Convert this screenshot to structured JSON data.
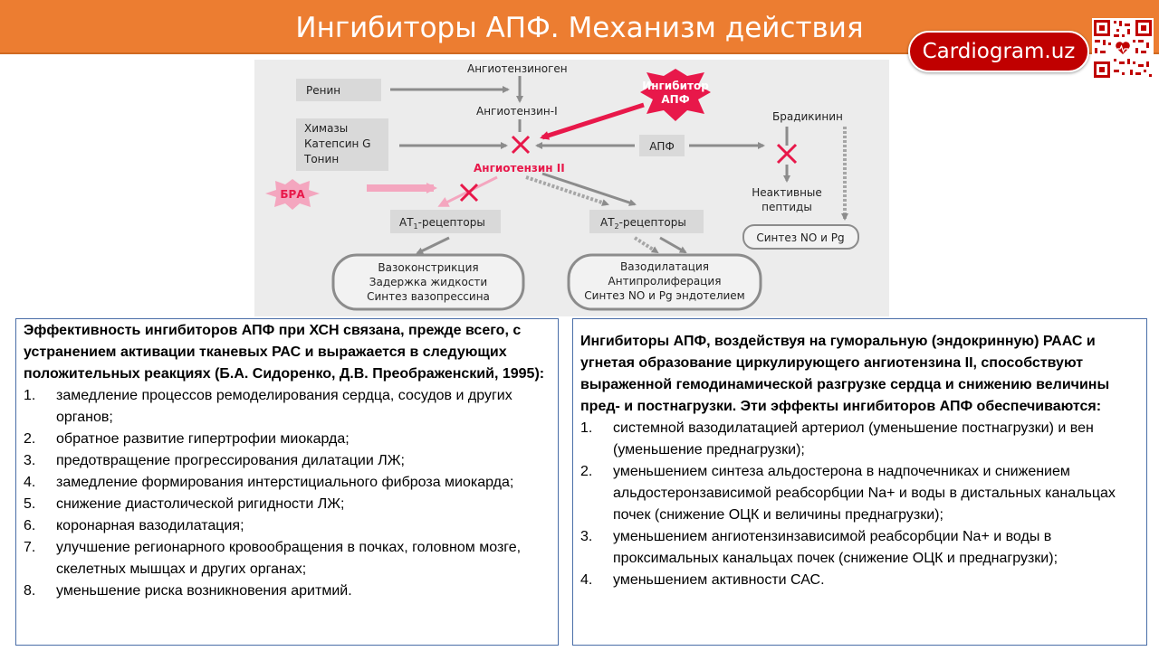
{
  "header": {
    "title": "Ингибиторы АПФ. Механизм действия",
    "brand": "Cardiogram.uz",
    "bar_color": "#ec7d31",
    "brand_color": "#c00000"
  },
  "diagram": {
    "angiotensinogen": "Ангиотензиноген",
    "renin": "Ренин",
    "inhibitor_line1": "Ингибитор",
    "inhibitor_line2": "АПФ",
    "angiotensin1": "Ангиотензин-I",
    "bradykinin": "Брадикинин",
    "chymases_line1": "Химазы",
    "chymases_line2": "Катепсин G",
    "chymases_line3": "Тонин",
    "ace": "АПФ",
    "angiotensin2": "Ангиотензин II",
    "inactive_line1": "Неактивные",
    "inactive_line2": "пептиды",
    "bra": "БРА",
    "at1_prefix": "АТ",
    "at1_sub": "1",
    "at1_suffix": "-рецепторы",
    "at2_prefix": "АТ",
    "at2_sub": "2",
    "at2_suffix": "-рецепторы",
    "no_pg": "Синтез NO и Pg",
    "left_effects": [
      "Вазоконстрикция",
      "Задержка жидкости",
      "Синтез вазопрессина"
    ],
    "right_effects": [
      "Вазодилатация",
      "Антипролиферация",
      "Синтез NO и Pg эндотелием"
    ],
    "accent_color": "#e8184a"
  },
  "left_box": {
    "heading": "Эффективность ингибиторов АПФ при ХСН связана, прежде всего, с устранением активации тканевых РАС и выражается в следующих положительных реакциях (Б.А.  Сидоренко, Д.В. Преображенский, 1995):",
    "items": [
      {
        "num": "1.",
        "text": "замедление процессов ремоделирования сердца, сосудов и других органов;"
      },
      {
        "num": "2.",
        "text": "обратное развитие гипертрофии миокарда;"
      },
      {
        "num": "3.",
        "text": "предотвращение прогрессирования дилатации ЛЖ;"
      },
      {
        "num": "4.",
        "text": "замедление формирования интерстициального фиброза миокарда;"
      },
      {
        "num": "5.",
        "text": "снижение диастолической ригидности ЛЖ;"
      },
      {
        "num": "6.",
        "text": "коронарная вазодилатация;"
      },
      {
        "num": "7.",
        "text": "улучшение регионарного кровообращения в почках, головном мозге, скелетных мышцах и других органах;"
      },
      {
        "num": "8.",
        "text": "уменьшение риска возникновения аритмий."
      }
    ]
  },
  "right_box": {
    "heading": "Ингибиторы АПФ, воздействуя на гуморальную (эндокринную) РААС и угнетая образование циркулирующего ангиотензина II, способствуют выраженной гемодинамической разгрузке сердца и снижению величины пред- и постнагрузки. Эти эффекты ингибиторов АПФ обеспечиваются:",
    "items": [
      {
        "num": "1.",
        "text": "системной вазодилатацией артериол (уменьшение постнагрузки) и вен (уменьшение преднагрузки);"
      },
      {
        "num": "2.",
        "text": "уменьшением синтеза альдостерона в надпочечниках и снижением альдостеронзависимой реабсорбции Na+ и воды в дистальных канальцах почек (снижение ОЦК и величины преднагрузки);"
      },
      {
        "num": "3.",
        "text": "уменьшением ангиотензинзависимой реабсорбции Na+ и воды в проксимальных канальцах почек (снижение ОЦК и преднагрузки);"
      },
      {
        "num": "4.",
        "text": "уменьшением активности САС."
      }
    ]
  }
}
